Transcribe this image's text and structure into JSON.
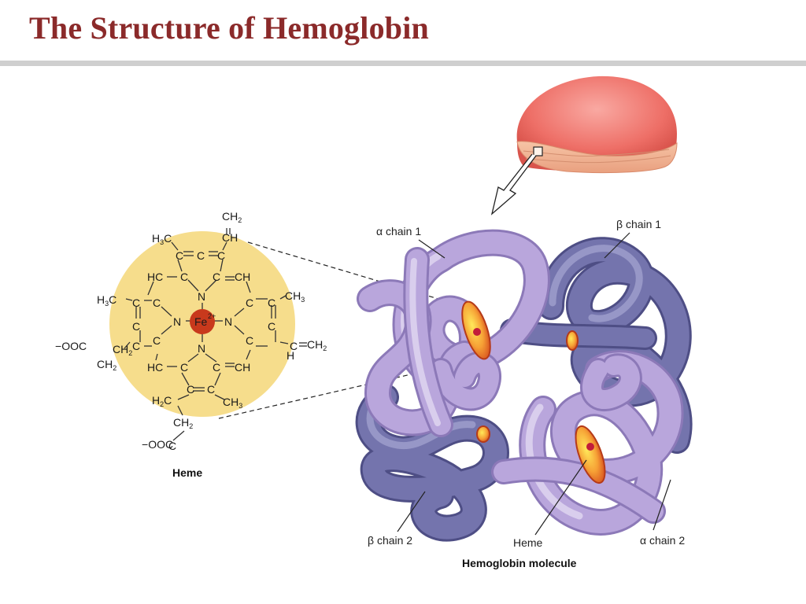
{
  "slide": {
    "title": "The Structure of Hemoglobin"
  },
  "heme": {
    "caption": "Heme",
    "iron": "Fe",
    "iron_charge": "2+",
    "groups": {
      "ch2_top": "CH",
      "ch_top": "CH",
      "h3c_top": "H",
      "h3c_left": "H",
      "hc_upper": "HC",
      "hc_lower": "HC",
      "ch_upper_right": "CH",
      "ch_lower_right": "CH",
      "ch3_right": "CH",
      "ch3_bottom": "CH",
      "ch_vinyl_right": "CH",
      "ch2_vinyl_right": "CH",
      "h_vinyl": "H",
      "ooc_left": "OOC",
      "ch2_left_a": "CH",
      "ch2_left_b": "CH",
      "h2c_bottom": "H",
      "ch2_bottom": "CH",
      "ooc_bottom": "OOC",
      "n": "N",
      "c": "C",
      "subscript_2": "2",
      "subscript_3": "3",
      "minus": "−"
    }
  },
  "hemoglobin": {
    "caption": "Hemoglobin molecule",
    "labels": {
      "alpha1": "α chain 1",
      "beta1": "β chain 1",
      "beta2": "β chain 2",
      "alpha2": "α chain 2",
      "heme": "Heme"
    }
  },
  "colors": {
    "title": "#8b2a2a",
    "heme_disc": "#f6dd8c",
    "iron": "#c8391c",
    "alpha_chain": "#b9a6dc",
    "beta_chain": "#7474ad",
    "red_cell": "#ef7f78"
  }
}
